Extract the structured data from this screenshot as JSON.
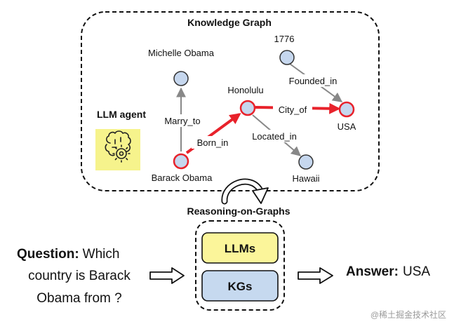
{
  "kg": {
    "title": "Knowledge Graph",
    "agent_label": "LLM agent",
    "nodes": [
      {
        "id": "michelle",
        "label": "Michelle Obama",
        "highlight": false
      },
      {
        "id": "barack",
        "label": "Barack Obama",
        "highlight": true
      },
      {
        "id": "honolulu",
        "label": "Honolulu",
        "highlight": true
      },
      {
        "id": "usa",
        "label": "USA",
        "highlight": true
      },
      {
        "id": "y1776",
        "label": "1776",
        "highlight": false
      },
      {
        "id": "hawaii",
        "label": "Hawaii",
        "highlight": false
      }
    ],
    "edges": [
      {
        "label": "Marry_to",
        "from": "barack",
        "to": "michelle",
        "highlight": false
      },
      {
        "label": "Born_in",
        "from": "barack",
        "to": "honolulu",
        "highlight": true
      },
      {
        "label": "City_of",
        "from": "honolulu",
        "to": "usa",
        "highlight": true
      },
      {
        "label": "Founded_in",
        "from": "y1776",
        "to": "usa",
        "highlight": false
      },
      {
        "label": "Located_in",
        "from": "honolulu",
        "to": "hawaii",
        "highlight": false
      }
    ]
  },
  "reasoning_label": "Reasoning-on-Graphs",
  "question": {
    "prefix": "Question:",
    "line1": "Which",
    "line2": "country is Barack",
    "line3": "Obama from ?"
  },
  "boxes": {
    "llms": "LLMs",
    "kgs": "KGs"
  },
  "answer": {
    "prefix": "Answer:",
    "value": "USA"
  },
  "watermark": "@稀土掘金技术社区",
  "colors": {
    "node_fill": "#c6d7ee",
    "highlight": "#e8222b",
    "edge": "#888888",
    "llm_box": "#fbf59a",
    "kg_box": "#c6d9ef",
    "agent_bg": "#f6f38c"
  }
}
